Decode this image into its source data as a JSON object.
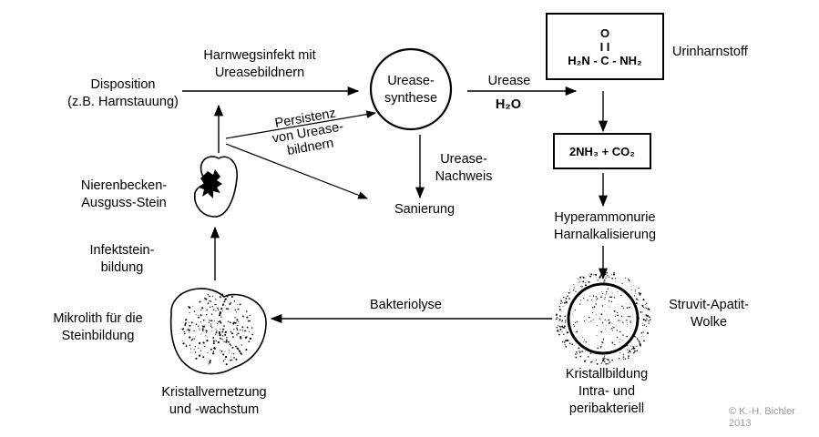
{
  "labels": {
    "disposition": [
      "Disposition",
      "(z.B. Harnstauung)"
    ],
    "harnwegsinfekt": [
      "Harnwegsinfekt mit",
      "Ureasebildnern"
    ],
    "urease_synthese": [
      "Urease-",
      "synthese"
    ],
    "urease": "Urease",
    "h2o": "H₂O",
    "urinharnstoff": "Urinharnstoff",
    "persistenz": [
      "Persistenz",
      "von Urease-",
      "bildnern"
    ],
    "urease_nachweis": [
      "Urease-",
      "Nachweis"
    ],
    "sanierung": "Sanierung",
    "nierenbecken": [
      "Nierenbecken-",
      "Ausguss-Stein"
    ],
    "infektstein": [
      "Infektstein-",
      "bildung"
    ],
    "mikrolith": [
      "Mikrolith für die",
      "Steinbildung"
    ],
    "bakteriolyse": "Bakteriolyse",
    "hyperammonurie": [
      "Hyperammonurie",
      "Harnalkalisierung"
    ],
    "struvit": [
      "Struvit-Apatit-",
      "Wolke"
    ],
    "kristallbildung": [
      "Kristallbildung",
      "Intra- und",
      "peribakteriell"
    ],
    "kristallvernetzung": [
      "Kristallvernetzung",
      "und -wachstum"
    ]
  },
  "formula": {
    "top": "O",
    "bond": "I I",
    "main": "H₂N - C - NH₂"
  },
  "ammonia_box": "2NH₃ + CO₂",
  "copyright": [
    "© K.-H. Bichler",
    "2013"
  ]
}
